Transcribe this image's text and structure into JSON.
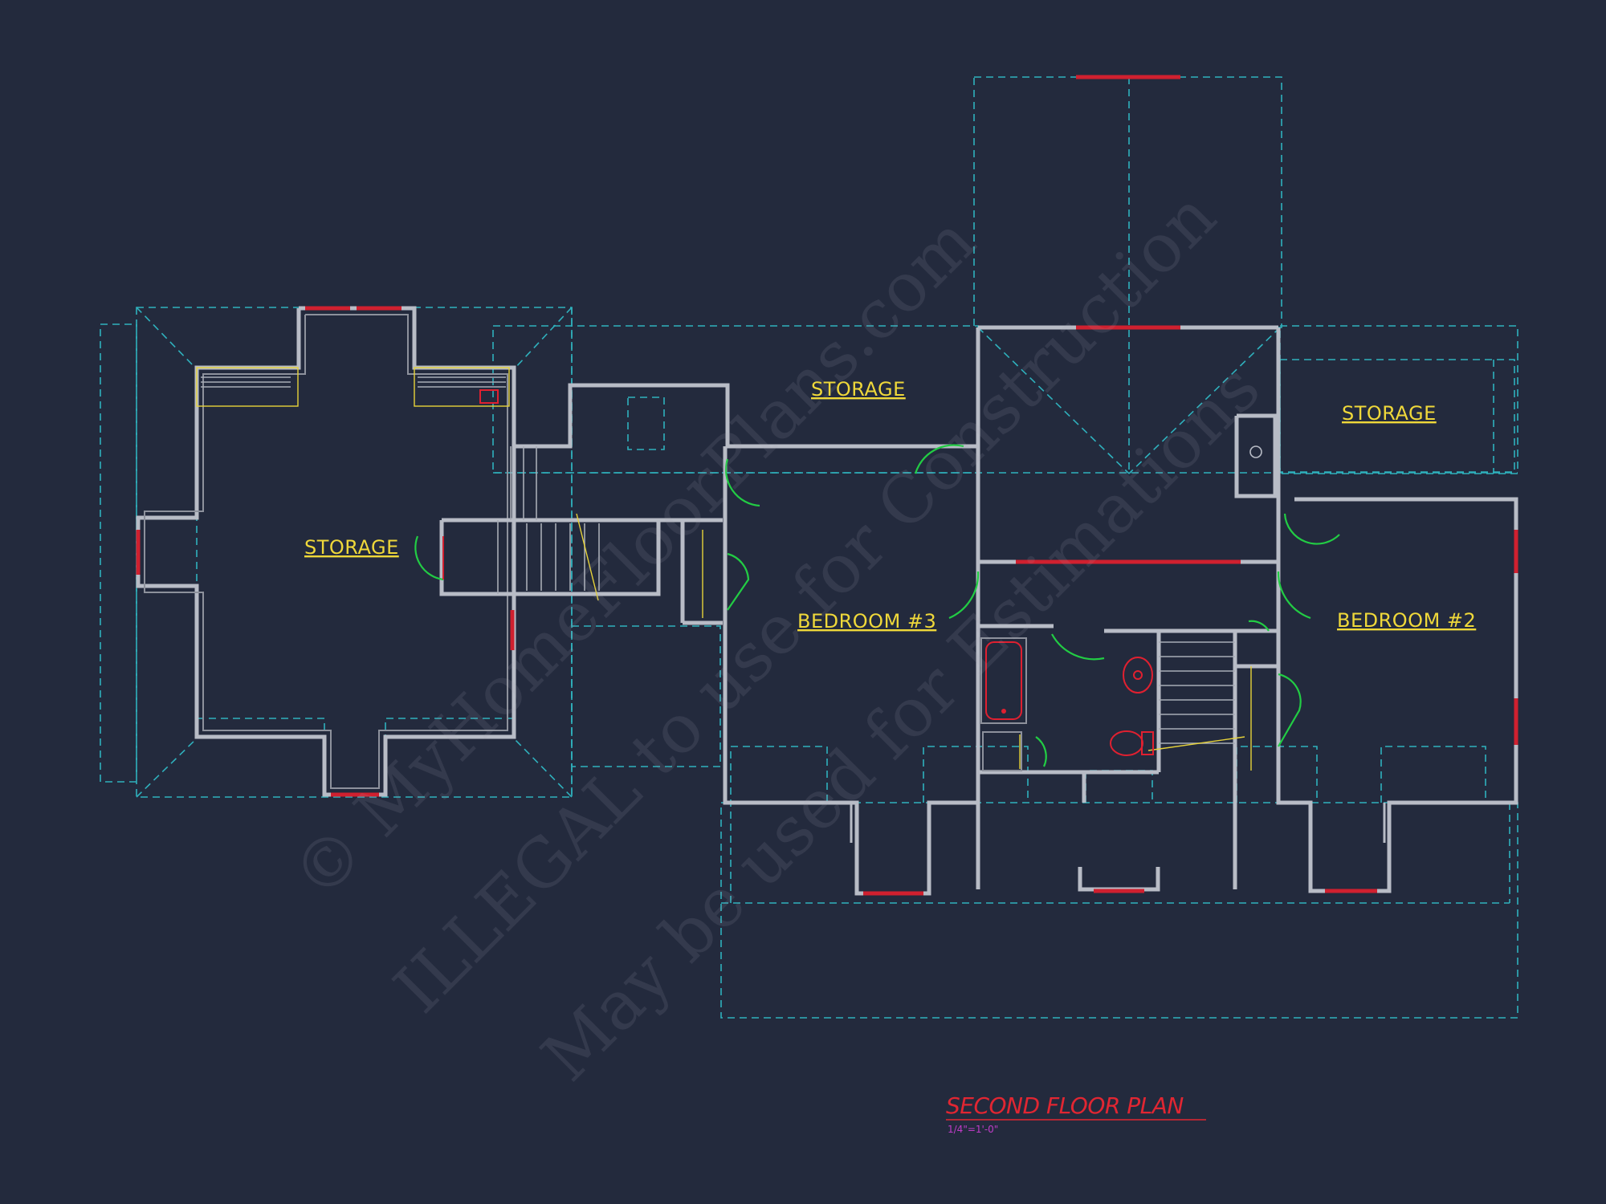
{
  "drawing": {
    "title": "SECOND FLOOR PLAN",
    "scale": "1/4\"=1'-0\""
  },
  "rooms": {
    "storage_left": "STORAGE",
    "storage_center": "STORAGE",
    "storage_right": "STORAGE",
    "bedroom_3": "BEDROOM #3",
    "bedroom_2": "BEDROOM #2"
  },
  "watermark": {
    "line1": "© MyHomeFloorPlans.com",
    "line2": "ILLEGAL to use for Construction",
    "line3": "May be used for Estimations"
  },
  "colors": {
    "background": "#232a3d",
    "walls": "#b8bcc6",
    "roof_dashed": "#2fb1bd",
    "windows": "#d0202f",
    "doors": "#22cc44",
    "labels": "#efd83a",
    "title": "#e12632",
    "scale": "#c03cc8"
  }
}
